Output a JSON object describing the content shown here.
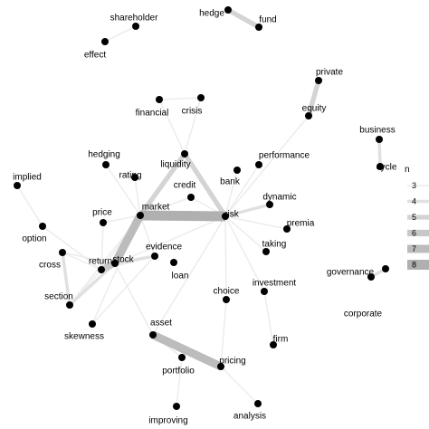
{
  "graph": {
    "legend": {
      "title": "n",
      "entries": [
        {
          "label": "3",
          "weight": 3
        },
        {
          "label": "4",
          "weight": 4
        },
        {
          "label": "5",
          "weight": 5
        },
        {
          "label": "6",
          "weight": 6
        },
        {
          "label": "7",
          "weight": 7
        },
        {
          "label": "8",
          "weight": 8
        }
      ]
    },
    "nodes": [
      {
        "id": "shareholder"
      },
      {
        "id": "effect"
      },
      {
        "id": "hedge"
      },
      {
        "id": "fund"
      },
      {
        "id": "private"
      },
      {
        "id": "equity"
      },
      {
        "id": "financial"
      },
      {
        "id": "crisis"
      },
      {
        "id": "business"
      },
      {
        "id": "cycle"
      },
      {
        "id": "hedging"
      },
      {
        "id": "liquidity"
      },
      {
        "id": "performance"
      },
      {
        "id": "rating"
      },
      {
        "id": "bank"
      },
      {
        "id": "implied"
      },
      {
        "id": "credit"
      },
      {
        "id": "dynamic"
      },
      {
        "id": "market"
      },
      {
        "id": "price"
      },
      {
        "id": "risk"
      },
      {
        "id": "premia"
      },
      {
        "id": "option"
      },
      {
        "id": "evidence"
      },
      {
        "id": "taking"
      },
      {
        "id": "return"
      },
      {
        "id": "stock"
      },
      {
        "id": "cross"
      },
      {
        "id": "loan"
      },
      {
        "id": "section"
      },
      {
        "id": "choice"
      },
      {
        "id": "investment"
      },
      {
        "id": "governance"
      },
      {
        "id": "corporate"
      },
      {
        "id": "skewness"
      },
      {
        "id": "asset"
      },
      {
        "id": "firm"
      },
      {
        "id": "pricing"
      },
      {
        "id": "portfolio"
      },
      {
        "id": "analysis"
      },
      {
        "id": "improving"
      }
    ],
    "edges": [
      {
        "from": "shareholder",
        "to": "effect",
        "n": 3
      },
      {
        "from": "hedge",
        "to": "fund",
        "n": 5
      },
      {
        "from": "private",
        "to": "equity",
        "n": 5
      },
      {
        "from": "business",
        "to": "cycle",
        "n": 4
      },
      {
        "from": "governance",
        "to": "corporate",
        "n": 4
      },
      {
        "from": "financial",
        "to": "crisis",
        "n": 3
      },
      {
        "from": "market",
        "to": "risk",
        "n": 8
      },
      {
        "from": "market",
        "to": "stock",
        "n": 7
      },
      {
        "from": "asset",
        "to": "pricing",
        "n": 7
      },
      {
        "from": "liquidity",
        "to": "risk",
        "n": 5
      },
      {
        "from": "liquidity",
        "to": "market",
        "n": 5
      },
      {
        "from": "return",
        "to": "stock",
        "n": 6
      },
      {
        "from": "stock",
        "to": "evidence",
        "n": 4
      },
      {
        "from": "stock",
        "to": "section",
        "n": 4
      },
      {
        "from": "cross",
        "to": "section",
        "n": 4
      },
      {
        "from": "cross",
        "to": "return",
        "n": 3
      },
      {
        "from": "cross",
        "to": "stock",
        "n": 3
      },
      {
        "from": "return",
        "to": "section",
        "n": 3
      },
      {
        "from": "dynamic",
        "to": "risk",
        "n": 4
      },
      {
        "from": "risk",
        "to": "premia",
        "n": 3
      },
      {
        "from": "risk",
        "to": "taking",
        "n": 3
      },
      {
        "from": "risk",
        "to": "bank",
        "n": 3
      },
      {
        "from": "risk",
        "to": "performance",
        "n": 3
      },
      {
        "from": "risk",
        "to": "equity",
        "n": 3
      },
      {
        "from": "risk",
        "to": "investment",
        "n": 3
      },
      {
        "from": "risk",
        "to": "choice",
        "n": 3
      },
      {
        "from": "risk",
        "to": "credit",
        "n": 3
      },
      {
        "from": "risk",
        "to": "return",
        "n": 3
      },
      {
        "from": "risk",
        "to": "asset",
        "n": 3
      },
      {
        "from": "credit",
        "to": "market",
        "n": 3
      },
      {
        "from": "crisis",
        "to": "liquidity",
        "n": 3
      },
      {
        "from": "financial",
        "to": "liquidity",
        "n": 3
      },
      {
        "from": "hedging",
        "to": "market",
        "n": 3
      },
      {
        "from": "rating",
        "to": "market",
        "n": 3
      },
      {
        "from": "price",
        "to": "market",
        "n": 3
      },
      {
        "from": "market",
        "to": "return",
        "n": 3
      },
      {
        "from": "market",
        "to": "section",
        "n": 3
      },
      {
        "from": "market",
        "to": "evidence",
        "n": 3
      },
      {
        "from": "market",
        "to": "skewness",
        "n": 3
      },
      {
        "from": "price",
        "to": "return",
        "n": 3
      },
      {
        "from": "implied",
        "to": "option",
        "n": 3
      },
      {
        "from": "option",
        "to": "return",
        "n": 3
      },
      {
        "from": "stock",
        "to": "asset",
        "n": 3
      },
      {
        "from": "asset",
        "to": "portfolio",
        "n": 3
      },
      {
        "from": "portfolio",
        "to": "improving",
        "n": 3
      },
      {
        "from": "pricing",
        "to": "choice",
        "n": 3
      },
      {
        "from": "pricing",
        "to": "analysis",
        "n": 3
      },
      {
        "from": "investment",
        "to": "firm",
        "n": 3
      },
      {
        "from": "evidence",
        "to": "skewness",
        "n": 3
      },
      {
        "from": "return",
        "to": "evidence",
        "n": 3
      }
    ]
  }
}
